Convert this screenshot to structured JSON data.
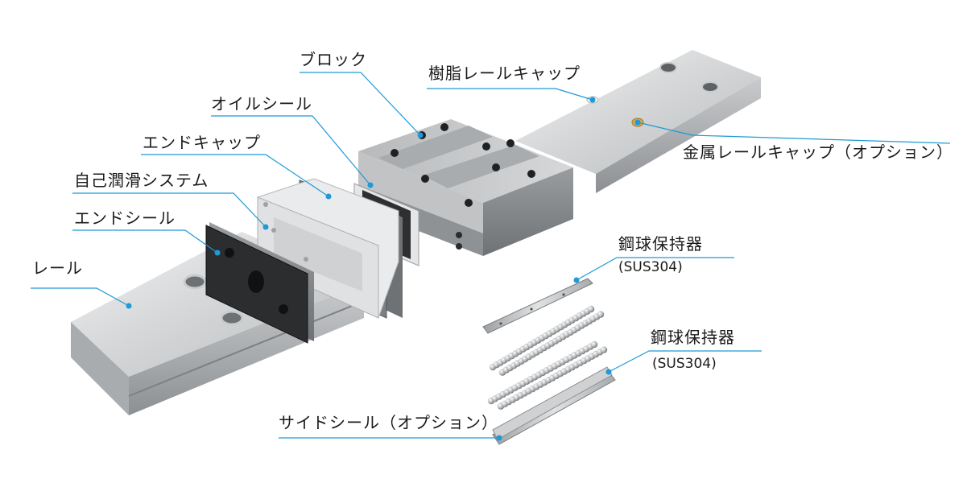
{
  "labels": {
    "rail": "レール",
    "end_seal": "エンドシール",
    "self_lube": "自己潤滑システム",
    "end_cap": "エンドキャップ",
    "oil_seal": "オイルシール",
    "block": "ブロック",
    "resin_cap": "樹脂レールキャップ",
    "metal_cap": "金属レールキャップ（オプション）",
    "retainer_1": "鋼球保持器",
    "retainer_1_sub": "(SUS304)",
    "retainer_2": "鋼球保持器",
    "retainer_2_sub": "(SUS304)",
    "side_seal": "サイドシール（オプション）"
  },
  "colors": {
    "leader": "#1e9ad6",
    "dot": "#1e9ad6",
    "metal_light": "#d9dadb",
    "metal_dark": "#8e9194",
    "seal_black": "#2b2d2f",
    "cap_white": "#e9ebec"
  }
}
